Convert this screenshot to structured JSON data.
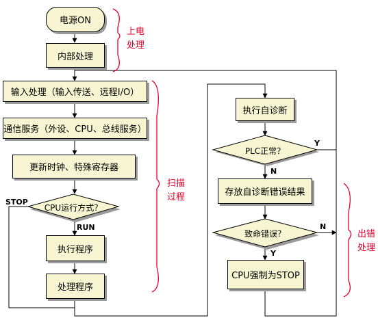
{
  "flow": {
    "power_on": "电源ON",
    "internal": "内部处理",
    "input": "输入处理（输入传送、远程I/O）",
    "comm": "通信服务（外设、CPU、总线服务）",
    "update": "更新时钟、特殊寄存器",
    "cpu_mode": "CPU运行方式？",
    "exec": "执行程序",
    "process": "处理程序",
    "selfdiag": "执行自诊断",
    "plc_ok": "PLC正常？",
    "store": "存放自诊断错误结果",
    "fatal": "致命错误？",
    "force_stop": "CPU强制为STOP"
  },
  "labels": {
    "stop": "STOP",
    "run": "RUN",
    "y1": "Y",
    "n1": "N",
    "n2": "N",
    "y2": "Y"
  },
  "groups": {
    "power": [
      "上电",
      "处理"
    ],
    "scan": [
      "扫描",
      "过程"
    ],
    "error": [
      "出错",
      "处理"
    ]
  },
  "colors": {
    "box_fill": "#f8f6d2",
    "bracket": "#e8002a",
    "line": "#000000"
  }
}
